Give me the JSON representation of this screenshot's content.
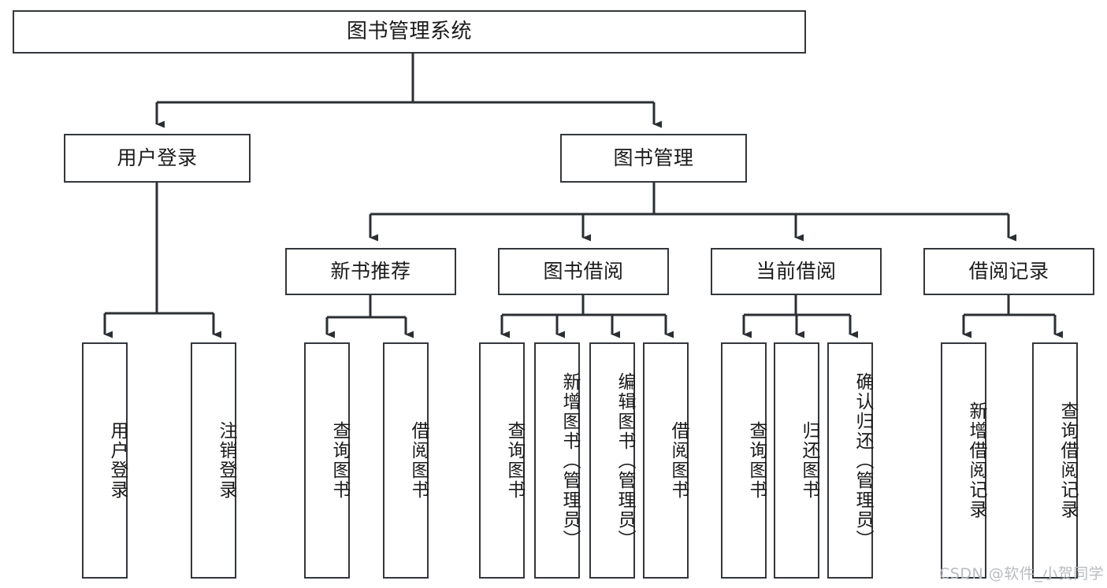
{
  "diagram": {
    "title": "图书管理系统",
    "type": "tree-hierarchy",
    "colors": {
      "box_border": "#33373b",
      "box_fill": "#ffffff",
      "edge": "#2b2f33",
      "text": "#1a1a1a",
      "watermark": "#b9bcc0"
    },
    "root": {
      "label": "图书管理系统"
    },
    "level2": [
      {
        "label": "用户登录"
      },
      {
        "label": "图书管理"
      }
    ],
    "level3": [
      {
        "label": "新书推荐"
      },
      {
        "label": "图书借阅"
      },
      {
        "label": "当前借阅"
      },
      {
        "label": "借阅记录"
      }
    ],
    "leaves": {
      "user_login": [
        {
          "label": "用户登录"
        },
        {
          "label": "注销登录"
        }
      ],
      "new_book_recommend": [
        {
          "label": "查询图书"
        },
        {
          "label": "借阅图书"
        }
      ],
      "book_borrow": [
        {
          "label": "查询图书"
        },
        {
          "label": "新增图书（管理员）"
        },
        {
          "label": "编辑图书（管理员）"
        },
        {
          "label": "借阅图书"
        }
      ],
      "current_borrow": [
        {
          "label": "查询图书"
        },
        {
          "label": "归还图书"
        },
        {
          "label": "确认归还（管理员）"
        }
      ],
      "borrow_record": [
        {
          "label": "新增借阅记录"
        },
        {
          "label": "查询借阅记录"
        }
      ]
    }
  },
  "watermark": {
    "text": "CSDN @软件_小贺同学"
  }
}
